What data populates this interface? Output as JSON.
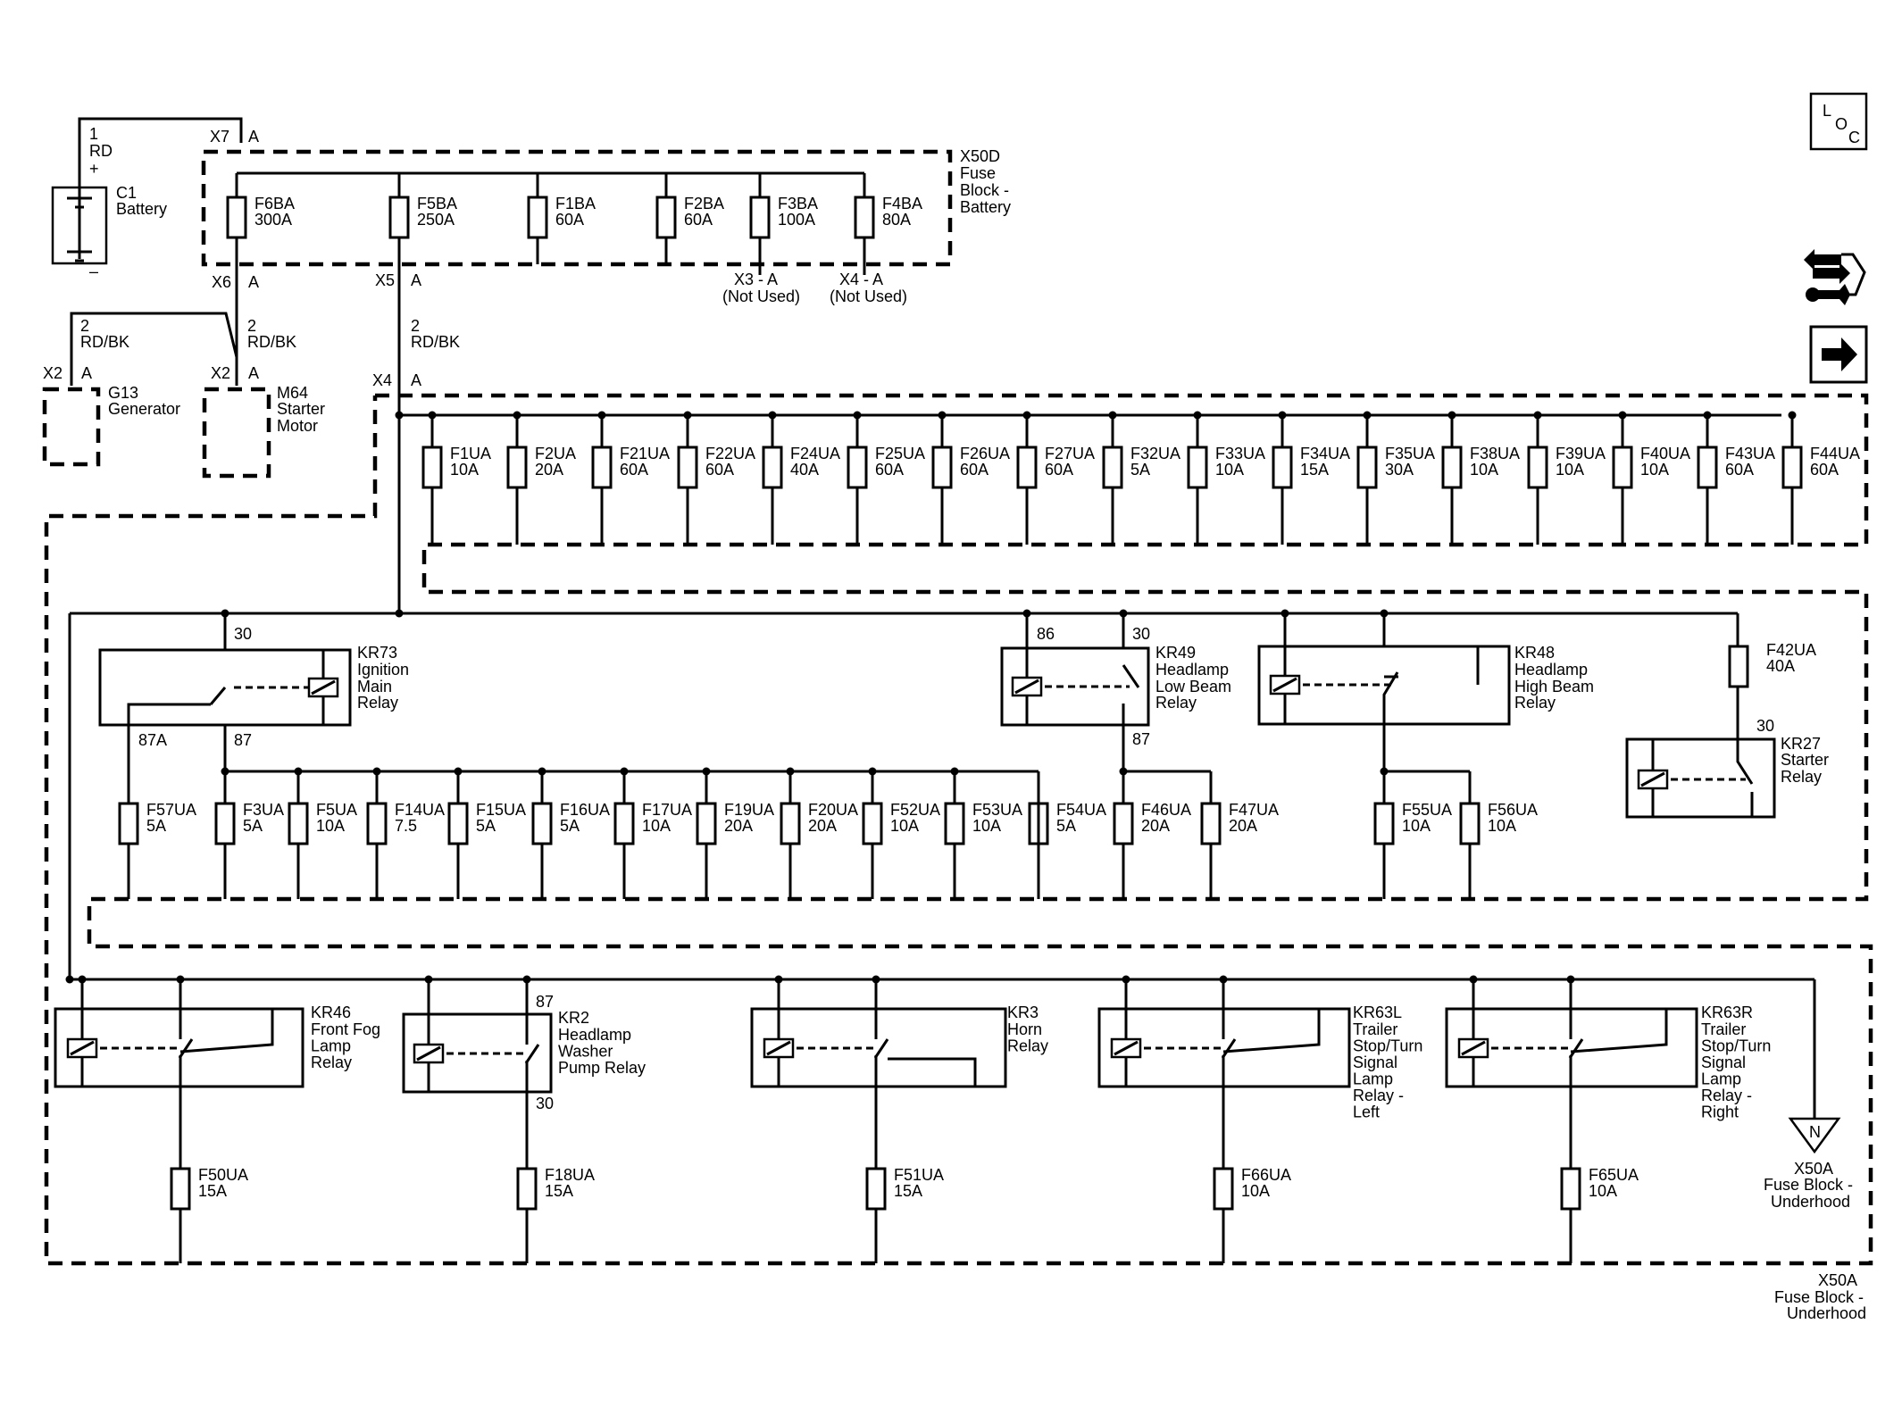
{
  "battery": {
    "pin": "1",
    "wire": "RD",
    "plus": "+",
    "minus": "–",
    "ref": "C1",
    "name": "Battery"
  },
  "x50d": {
    "ref": "X50D",
    "name_lines": [
      "Fuse",
      "Block -",
      "Battery"
    ],
    "in_conn": "X7",
    "in_pin": "A",
    "fuses": [
      {
        "name": "F6BA",
        "amp": "300A"
      },
      {
        "name": "F5BA",
        "amp": "250A"
      },
      {
        "name": "F1BA",
        "amp": "60A"
      },
      {
        "name": "F2BA",
        "amp": "60A"
      },
      {
        "name": "F3BA",
        "amp": "100A"
      },
      {
        "name": "F4BA",
        "amp": "80A"
      }
    ],
    "x6": "X6",
    "x6_pin": "A",
    "x5": "X5",
    "x5_pin": "A",
    "x3": "X3 - A",
    "x3_note": "(Not Used)",
    "x4": "X4 - A",
    "x4_note": "(Not Used)"
  },
  "g13": {
    "conn": "X2",
    "pin": "A",
    "wire_num": "2",
    "wire": "RD/BK",
    "ref": "G13",
    "name": "Generator"
  },
  "m64": {
    "conn": "X2",
    "pin": "A",
    "wire_num": "2",
    "wire": "RD/BK",
    "ref": "M64",
    "name_lines": [
      "Starter",
      "Motor"
    ]
  },
  "feed": {
    "wire_num": "2",
    "wire": "RD/BK",
    "conn": "X4",
    "pin": "A"
  },
  "upper_fuses": [
    {
      "name": "F1UA",
      "amp": "10A"
    },
    {
      "name": "F2UA",
      "amp": "20A"
    },
    {
      "name": "F21UA",
      "amp": "60A"
    },
    {
      "name": "F22UA",
      "amp": "60A"
    },
    {
      "name": "F24UA",
      "amp": "40A"
    },
    {
      "name": "F25UA",
      "amp": "60A"
    },
    {
      "name": "F26UA",
      "amp": "60A"
    },
    {
      "name": "F27UA",
      "amp": "60A"
    },
    {
      "name": "F32UA",
      "amp": "5A"
    },
    {
      "name": "F33UA",
      "amp": "10A"
    },
    {
      "name": "F34UA",
      "amp": "15A"
    },
    {
      "name": "F35UA",
      "amp": "30A"
    },
    {
      "name": "F38UA",
      "amp": "10A"
    },
    {
      "name": "F39UA",
      "amp": "10A"
    },
    {
      "name": "F40UA",
      "amp": "10A"
    },
    {
      "name": "F43UA",
      "amp": "60A"
    },
    {
      "name": "F44UA",
      "amp": "60A"
    }
  ],
  "relays_mid": [
    {
      "ref": "KR73",
      "lines": [
        "Ignition",
        "Main",
        "Relay"
      ],
      "pins": [
        "30",
        "87A",
        "87"
      ]
    },
    {
      "ref": "KR49",
      "lines": [
        "Headlamp",
        "Low Beam",
        "Relay"
      ],
      "pins": [
        "86",
        "30",
        "87"
      ]
    },
    {
      "ref": "KR48",
      "lines": [
        "Headlamp",
        "High Beam",
        "Relay"
      ]
    },
    {
      "ref": "KR27",
      "lines": [
        "Starter",
        "Relay"
      ],
      "pins": [
        "30"
      ]
    }
  ],
  "f42": {
    "name": "F42UA",
    "amp": "40A"
  },
  "mid_fuses": [
    {
      "name": "F57UA",
      "amp": "5A"
    },
    {
      "name": "F3UA",
      "amp": "5A"
    },
    {
      "name": "F5UA",
      "amp": "10A"
    },
    {
      "name": "F14UA",
      "amp": "7.5"
    },
    {
      "name": "F15UA",
      "amp": "5A"
    },
    {
      "name": "F16UA",
      "amp": "5A"
    },
    {
      "name": "F17UA",
      "amp": "10A"
    },
    {
      "name": "F19UA",
      "amp": "20A"
    },
    {
      "name": "F20UA",
      "amp": "20A"
    },
    {
      "name": "F52UA",
      "amp": "10A"
    },
    {
      "name": "F53UA",
      "amp": "10A"
    },
    {
      "name": "F54UA",
      "amp": "5A"
    },
    {
      "name": "F46UA",
      "amp": "20A"
    },
    {
      "name": "F47UA",
      "amp": "20A"
    },
    {
      "name": "F55UA",
      "amp": "10A"
    },
    {
      "name": "F56UA",
      "amp": "10A"
    }
  ],
  "relays_bottom": [
    {
      "ref": "KR46",
      "lines": [
        "Front Fog",
        "Lamp",
        "Relay"
      ]
    },
    {
      "ref": "KR2",
      "lines": [
        "Headlamp",
        "Washer",
        "Pump Relay"
      ],
      "pins": [
        "87",
        "30"
      ]
    },
    {
      "ref": "KR3",
      "lines": [
        "Horn",
        "Relay"
      ]
    },
    {
      "ref": "KR63L",
      "lines": [
        "Trailer",
        "Stop/Turn",
        "Signal",
        "Lamp",
        "Relay -",
        "Left"
      ]
    },
    {
      "ref": "KR63R",
      "lines": [
        "Trailer",
        "Stop/Turn",
        "Signal",
        "Lamp",
        "Relay -",
        "Right"
      ]
    }
  ],
  "bottom_fuses": [
    {
      "name": "F50UA",
      "amp": "15A"
    },
    {
      "name": "F18UA",
      "amp": "15A"
    },
    {
      "name": "F51UA",
      "amp": "15A"
    },
    {
      "name": "F66UA",
      "amp": "10A"
    },
    {
      "name": "F65UA",
      "amp": "10A"
    }
  ],
  "ground_ref": {
    "letter": "N",
    "lines": [
      "X50A",
      "Fuse Block -",
      "Underhood"
    ]
  },
  "x50a": {
    "lines": [
      "X50A",
      "Fuse Block -",
      "Underhood"
    ]
  },
  "nav": {
    "loc": [
      "L",
      "O",
      "C"
    ],
    "icons": [
      "loc-icon",
      "connector-tool-icon",
      "next-arrow-icon"
    ]
  }
}
